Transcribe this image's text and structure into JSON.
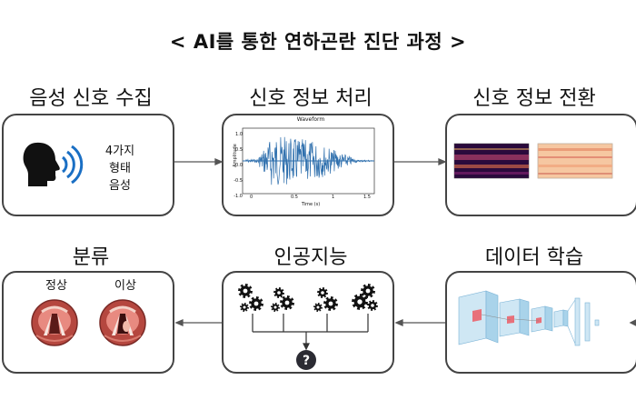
{
  "title": "< AI를 통한 연하곤란 진단 과정 >",
  "steps": [
    {
      "label": "음성 신호 수집",
      "note": [
        "4가지",
        "형태",
        "음성"
      ]
    },
    {
      "label": "신호 정보 처리",
      "waveform": {
        "title": "Waveform",
        "ylabel": "Amplitude",
        "xlabel": "Time (s)",
        "yticks": [
          "1.0",
          "0.5",
          "0.0",
          "-0.5",
          "-1.0"
        ],
        "xticks": [
          "0",
          "0.5",
          "1",
          "1.5"
        ]
      }
    },
    {
      "label": "신호 정보 전환"
    },
    {
      "label": "데이터 학습"
    },
    {
      "label": "인공지능"
    },
    {
      "label": "분류",
      "classes": [
        "정상",
        "이상"
      ]
    }
  ],
  "colors": {
    "wave": "#2e6fad",
    "border": "#444444",
    "cnn": "#a9d3ea",
    "cnn_mark": "#e8707a",
    "question": "#2b2b33"
  },
  "icons": [
    "speaking-head-icon",
    "gear-icon",
    "question-mark-icon",
    "larynx-icon"
  ]
}
